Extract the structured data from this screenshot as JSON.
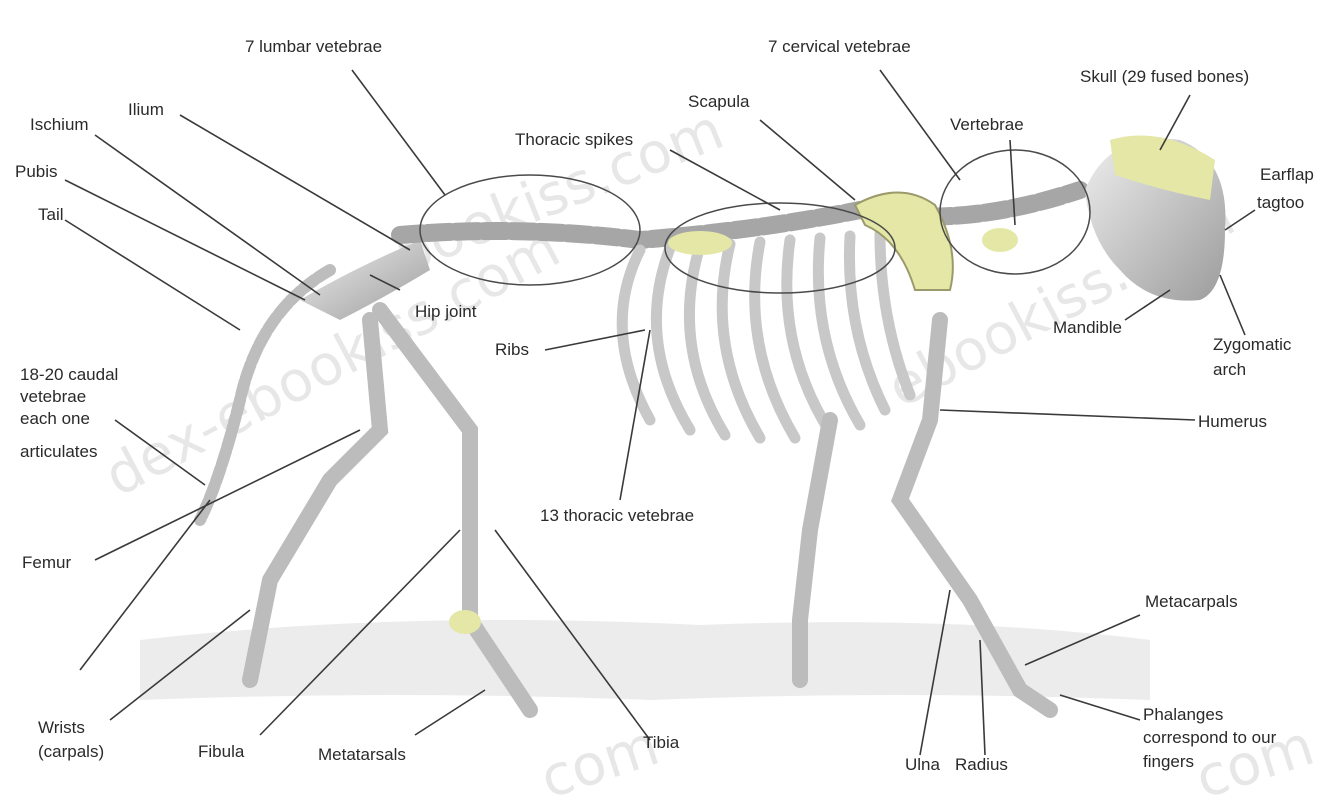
{
  "labels": {
    "lumbar": "7 lumbar vetebrae",
    "cervical": "7 cervical vetebrae",
    "skull": "Skull (29 fused bones)",
    "scapula": "Scapula",
    "ilium": "Ilium",
    "ischium": "Ischium",
    "pubis": "Pubis",
    "tail": "Tail",
    "thoracic_spikes": "Thoracic spikes",
    "vertebrae": "Vertebrae",
    "earflap_1": "Earflap",
    "earflap_2": "tagtoo",
    "hip_joint": "Hip joint",
    "ribs": "Ribs",
    "mandible": "Mandible",
    "zygomatic_1": "Zygomatic",
    "zygomatic_2": "arch",
    "caudal_1": "18-20 caudal",
    "caudal_2": "vetebrae",
    "caudal_3": "each one",
    "caudal_4": "articulates",
    "humerus": "Humerus",
    "thoracic_vert": "13 thoracic vetebrae",
    "femur": "Femur",
    "metacarpals": "Metacarpals",
    "wrists_1": "Wrists",
    "wrists_2": "(carpals)",
    "fibula": "Fibula",
    "metatarsals": "Metatarsals",
    "tibia": "Tibia",
    "ulna": "Ulna",
    "radius": "Radius",
    "phalanges_1": "Phalanges",
    "phalanges_2": "correspond to our",
    "phalanges_3": "fingers"
  },
  "watermark": {
    "text_1": "bookiss.com",
    "text_2": "dex-ebookiss.com",
    "text_3": "ebookiss.com",
    "text_4": "com",
    "text_5": "com"
  },
  "colors": {
    "bone": "#d8d8d8",
    "bone_shade": "#a9a9a9",
    "highlight": "#e4e7a6",
    "leader": "#3a3a3a"
  }
}
